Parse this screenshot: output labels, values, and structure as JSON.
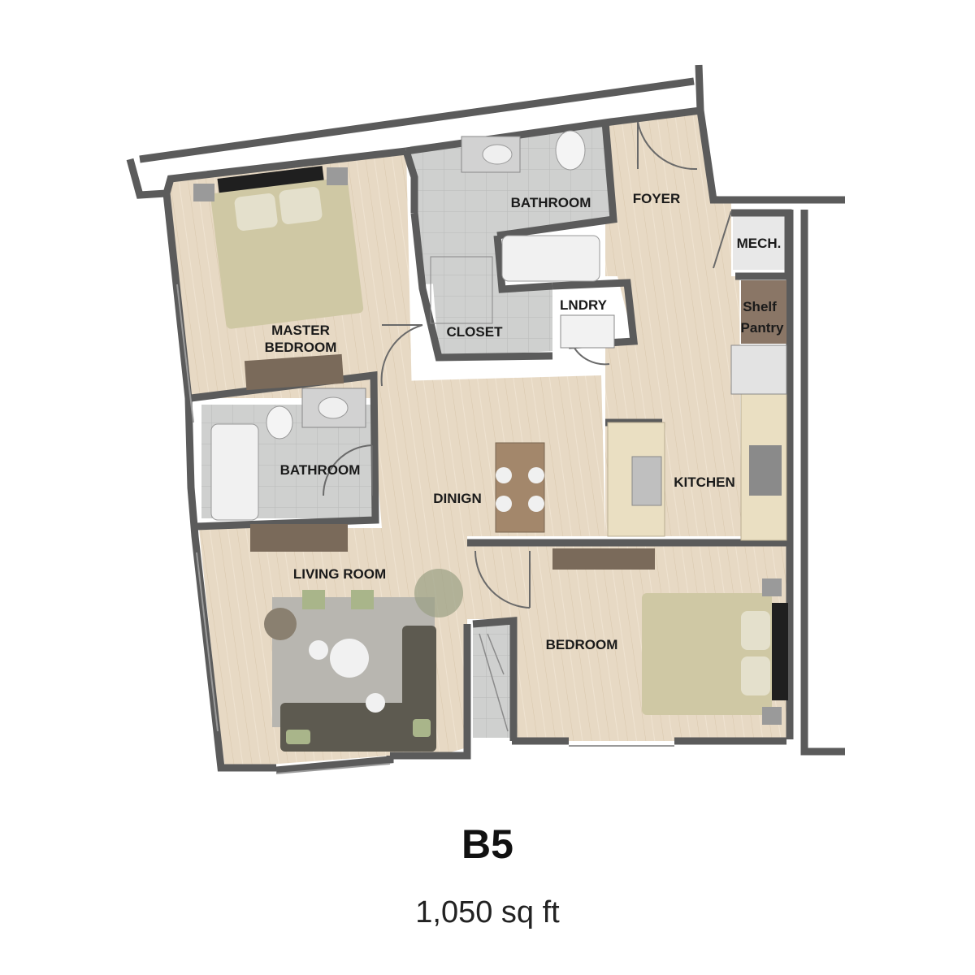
{
  "unit": {
    "name": "B5",
    "area": "1,050 sq ft"
  },
  "rooms": {
    "master_bedroom": [
      "MASTER",
      "BEDROOM"
    ],
    "bathroom_top": "BATHROOM",
    "foyer": "FOYER",
    "mech": "MECH.",
    "pantry": [
      "Shelf",
      "Pantry"
    ],
    "closet": "CLOSET",
    "laundry": "LNDRY",
    "bathroom_left": "BATHROOM",
    "dining": "DINIGN",
    "kitchen": "KITCHEN",
    "living_room": "LIVING ROOM",
    "bedroom": "BEDROOM"
  },
  "colors": {
    "floor": "#e7d9c4",
    "tile": "#cfd0cf",
    "wall": "#5b5b5b",
    "bed": "#cfc8a4",
    "sofa": "#5d5a50",
    "rug": "#b8b6b0",
    "cushion": "#a9b58a",
    "counter": "#eadfc2"
  }
}
